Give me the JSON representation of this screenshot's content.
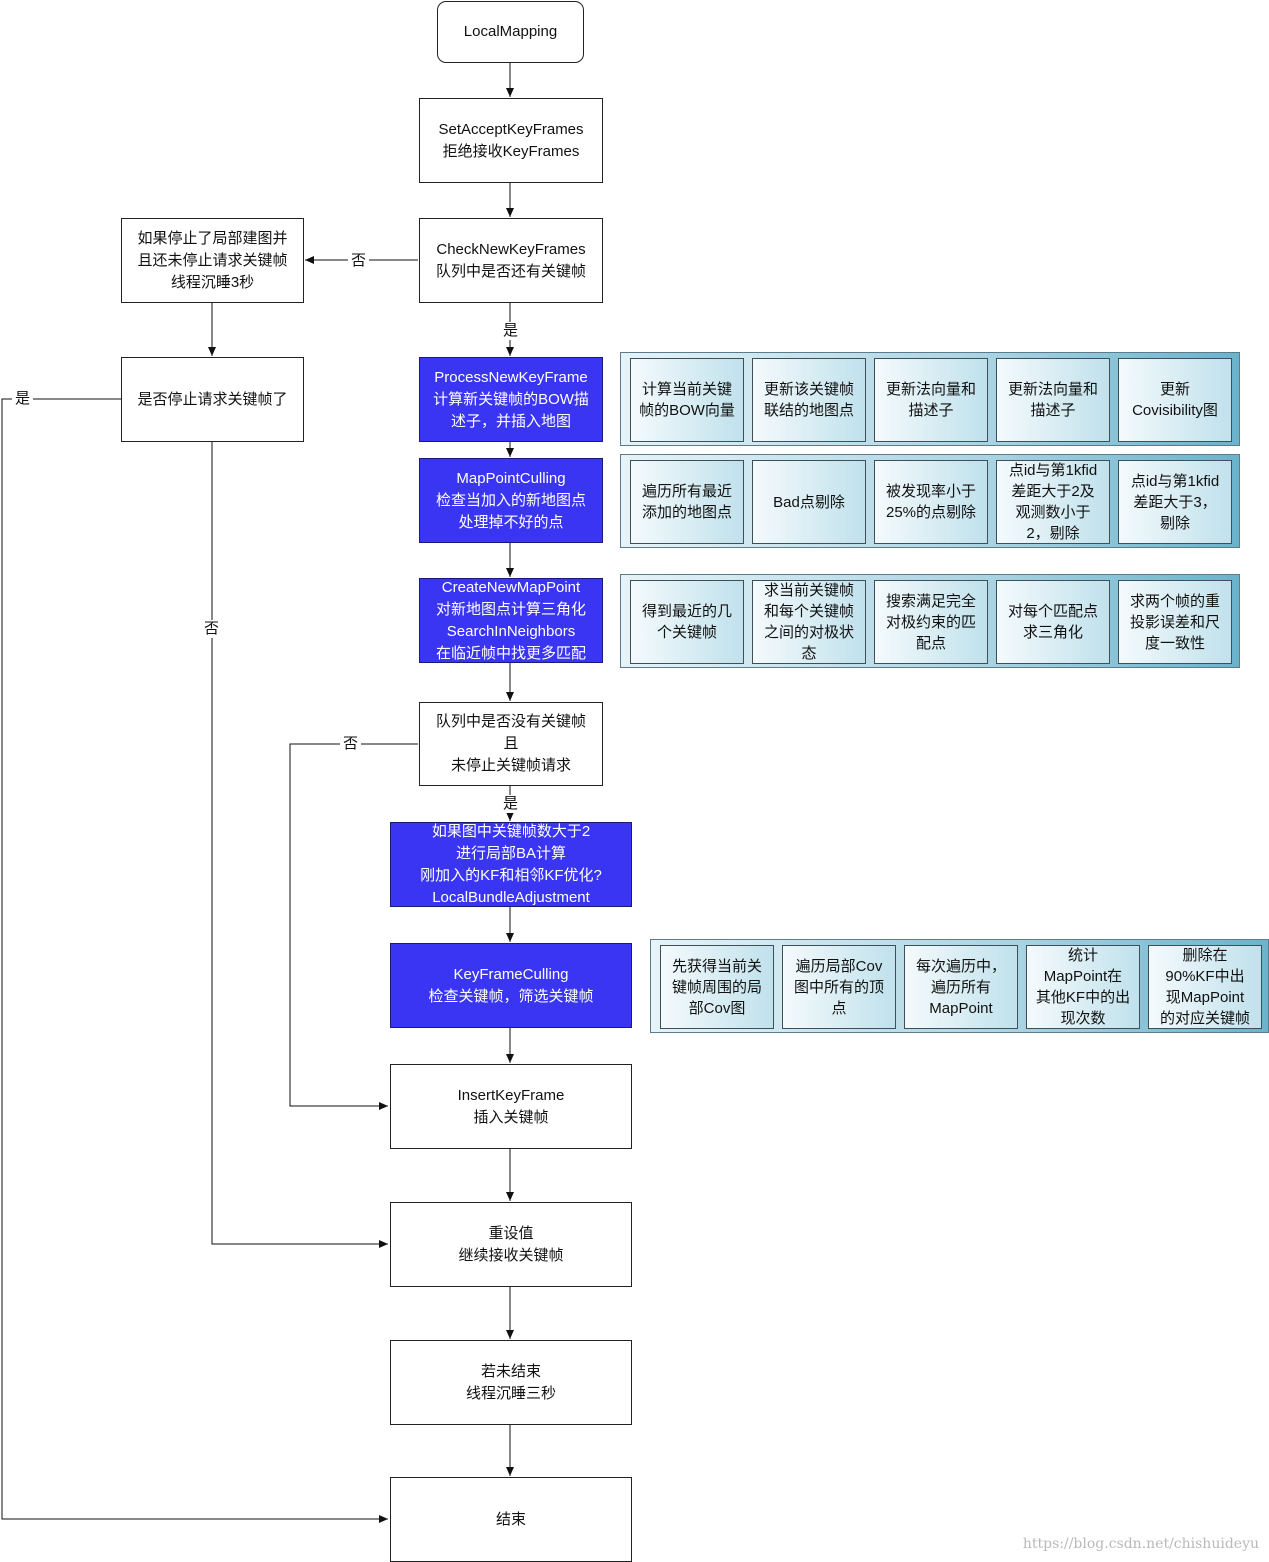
{
  "nodes": {
    "start": "LocalMapping",
    "set_accept": "SetAcceptKeyFrames\n拒绝接收KeyFrames",
    "check_new": "CheckNewKeyFrames\n队列中是否还有关键帧",
    "stopped_sleep": "如果停止了局部建图并\n且还未停止请求关键帧\n线程沉睡3秒",
    "stop_requested": "是否停止请求关键帧了",
    "process_new": "ProcessNewKeyFrame\n计算新关键帧的BOW描\n述子，并插入地图",
    "mappoint_culling": "MapPointCulling\n检查当加入的新地图点\n处理掉不好的点",
    "create_new_mappoint": "CreateNewMapPoint\n对新地图点计算三角化\nSearchInNeighbors\n在临近帧中找更多匹配",
    "queue_empty": "队列中是否没有关键帧\n且\n未停止关键帧请求",
    "local_ba": "如果图中关键帧数大于2\n进行局部BA计算\n刚加入的KF和相邻KF优化?\nLocalBundleAdjustment",
    "keyframe_culling": "KeyFrameCulling\n检查关键帧，筛选关键帧",
    "insert_keyframe": "InsertKeyFrame\n插入关键帧",
    "reset": "重设值\n继续接收关键帧",
    "sleep": "若未结束\n线程沉睡三秒",
    "end": "结束"
  },
  "edge_labels": {
    "no_check": "否",
    "yes_check": "是",
    "yes_stop": "是",
    "no_stop": "否",
    "no_queue": "否",
    "yes_queue": "是"
  },
  "details": {
    "process": [
      "计算当前关键\n帧的BOW向量",
      "更新该关键帧\n联结的地图点",
      "更新法向量和\n描述子",
      "更新法向量和\n描述子",
      "更新\nCovisibility图"
    ],
    "culling": [
      "遍历所有最近\n添加的地图点",
      "Bad点剔除",
      "被发现率小于\n25%的点剔除",
      "点id与第1kfid\n差距大于2及\n观测数小于\n2，剔除",
      "点id与第1kfid\n差距大于3，\n剔除"
    ],
    "create": [
      "得到最近的几\n个关键帧",
      "求当前关键帧\n和每个关键帧\n之间的对极状\n态",
      "搜索满足完全\n对极约束的匹\n配点",
      "对每个匹配点\n求三角化",
      "求两个帧的重\n投影误差和尺\n度一致性"
    ],
    "kf_culling": [
      "先获得当前关\n键帧周围的局\n部Cov图",
      "遍历局部Cov\n图中所有的顶\n点",
      "每次遍历中，\n遍历所有\nMapPoint",
      "统计\nMapPoint在\n其他KF中的出\n现次数",
      "删除在\n90%KF中出\n现MapPoint\n的对应关键帧"
    ]
  },
  "watermark": "https://blog.csdn.net/chishuideyu"
}
